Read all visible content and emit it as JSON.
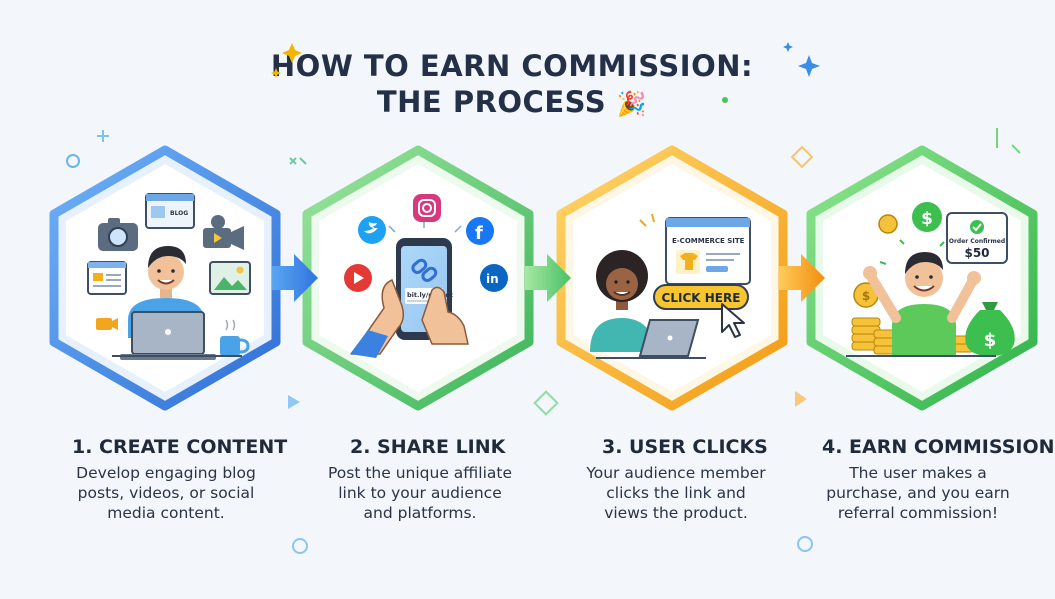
{
  "title": {
    "line1": "HOW TO EARN COMMISSION:",
    "line2": "THE PROCESS"
  },
  "steps": [
    {
      "title": "1. CREATE CONTENT",
      "description": "Develop engaging blog posts, videos, or social media content.",
      "desc_lines": [
        "Develop engaging blog",
        "posts, videos, or social",
        "media content."
      ],
      "icons": [
        "camera-icon",
        "blog-window-icon",
        "video-camera-icon",
        "image-icon",
        "browser-icon",
        "laptop-icon",
        "coffee-cup-icon"
      ],
      "blog_label": "BLOG",
      "color": "#3b82e0"
    },
    {
      "title": "2. SHARE LINK",
      "description": "Post the unique affiliate link to your audience and platforms.",
      "desc_lines": [
        "Post the unique affiliate",
        "link to your audience",
        "and platforms."
      ],
      "icons": [
        "twitter-icon",
        "instagram-icon",
        "facebook-icon",
        "youtube-icon",
        "linkedin-icon",
        "smartphone-icon"
      ],
      "link_text": "bit.ly/produt",
      "color": "#4cc35a"
    },
    {
      "title": "3. USER CLICKS",
      "description": "Your audience member clicks the link and views the product.",
      "desc_lines": [
        "Your audience member",
        "clicks the link and",
        "views the product."
      ],
      "site_label": "E-COMMERCE SITE",
      "click_label": "CLICK HERE",
      "color": "#f2b01e"
    },
    {
      "title": "4. EARN COMMISSION",
      "description": "The user makes a purchase, and you earn referral commission!",
      "desc_lines": [
        "The user makes a",
        "purchase, and you earn",
        "referral commission!"
      ],
      "order_label": "Order Confirmed",
      "amount": "$50",
      "color": "#3cbf4f"
    }
  ],
  "colors": {
    "blue": "#3b82e0",
    "green": "#4cc35a",
    "orange": "#f2a51e",
    "navy": "#233047"
  }
}
